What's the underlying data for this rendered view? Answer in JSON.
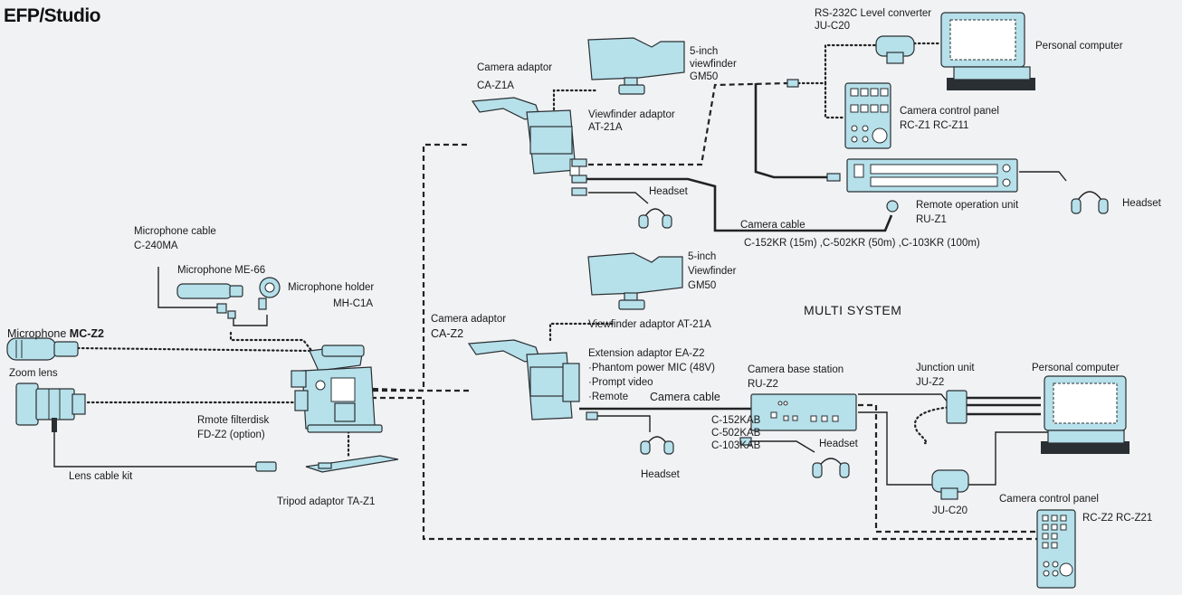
{
  "title": "EFP/Studio",
  "labels": {
    "rs232": "RS-232C Level converter",
    "ju_c20_top": "JU-C20",
    "personal_computer_top": "Personal computer",
    "camera_adaptor_top": "Camera adaptor",
    "ca_z1a": "CA-Z1A",
    "vf5_top_1": "5-inch",
    "vf5_top_2": "viewfinder",
    "vf5_top_3": "GM50",
    "vf_adaptor_top": "Viewfinder adaptor",
    "at21a_top": "AT-21A",
    "ccp_top": "Camera control panel",
    "rc_z1": "RC-Z1 RC-Z11",
    "headset_1": "Headset",
    "headset_2": "Headset",
    "remote_op": "Remote operation unit",
    "ru_z1": "RU-Z1",
    "camera_cable_top": "Camera cable",
    "cable_lengths": "C-152KR (15m) ,C-502KR (50m) ,C-103KR (100m)",
    "mic_cable": "Microphone cable",
    "c240ma": "C-240MA",
    "mic_me66": "Microphone ME-66",
    "mic_holder": "Microphone holder",
    "mh_c1a": "MH-C1A",
    "vf5_mid_1": "5-inch",
    "vf5_mid_2": "Viewfinder",
    "vf5_mid_3": "GM50",
    "multi_system": "MULTI SYSTEM",
    "camera_adaptor_mid": "Camera adaptor",
    "ca_z2": "CA-Z2",
    "vf_adaptor_mid": "Viewfinder adaptor AT-21A",
    "mic_mcz2_prefix": "Microphone ",
    "mic_mcz2_model": "MC-Z2",
    "zoom_lens": "Zoom lens",
    "ext_adaptor": "Extension adaptor EA-Z2",
    "phantom": "·Phantom power MIC (48V)",
    "prompt": "·Prompt video",
    "remote": "·Remote",
    "camera_cable_mid": "Camera cable",
    "cbs": "Camera base station",
    "ru_z2": "RU-Z2",
    "junction": "Junction unit",
    "ju_z2": "JU-Z2",
    "personal_computer_bot": "Personal computer",
    "filterdisk": "Rmote filterdisk",
    "fd_z2": "FD-Z2 (option)",
    "c152kab": "C-152KAB",
    "c502kab": "C-502KAB",
    "c103kab": "C-103KAB",
    "headset_3": "Headset",
    "headset_4": "Headset",
    "lens_cable": "Lens cable kit",
    "ju_c20_bot": "JU-C20",
    "ccp_bot": "Camera control panel",
    "rc_z2": "RC-Z2 RC-Z21",
    "tripod": "Tripod adaptor TA-Z1"
  }
}
